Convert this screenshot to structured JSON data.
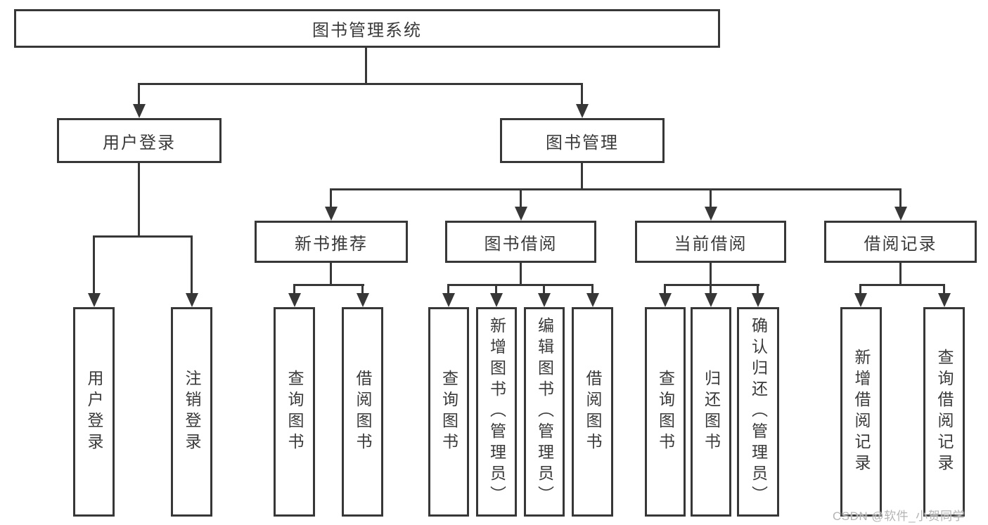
{
  "root": {
    "label": "图书管理系统"
  },
  "user_login": {
    "label": "用户登录",
    "children": [
      "用户登录",
      "注销登录"
    ]
  },
  "book_mgmt": {
    "label": "图书管理"
  },
  "new_books": {
    "label": "新书推荐",
    "children": [
      "查询图书",
      "借阅图书"
    ]
  },
  "borrowing": {
    "label": "图书借阅",
    "children": [
      "查询图书",
      "新增图书（管理员）",
      "编辑图书（管理员）",
      "借阅图书"
    ]
  },
  "current": {
    "label": "当前借阅",
    "children": [
      "查询图书",
      "归还图书",
      "确认归还（管理员）"
    ]
  },
  "records": {
    "label": "借阅记录",
    "children": [
      "新增借阅记录",
      "查询借阅记录"
    ]
  },
  "watermark": "CSDN @软件_小贺同学",
  "colors": {
    "line": "#373737",
    "text": "#3a3a3a",
    "watermark": "#b4b4b4",
    "background": "#ffffff"
  }
}
